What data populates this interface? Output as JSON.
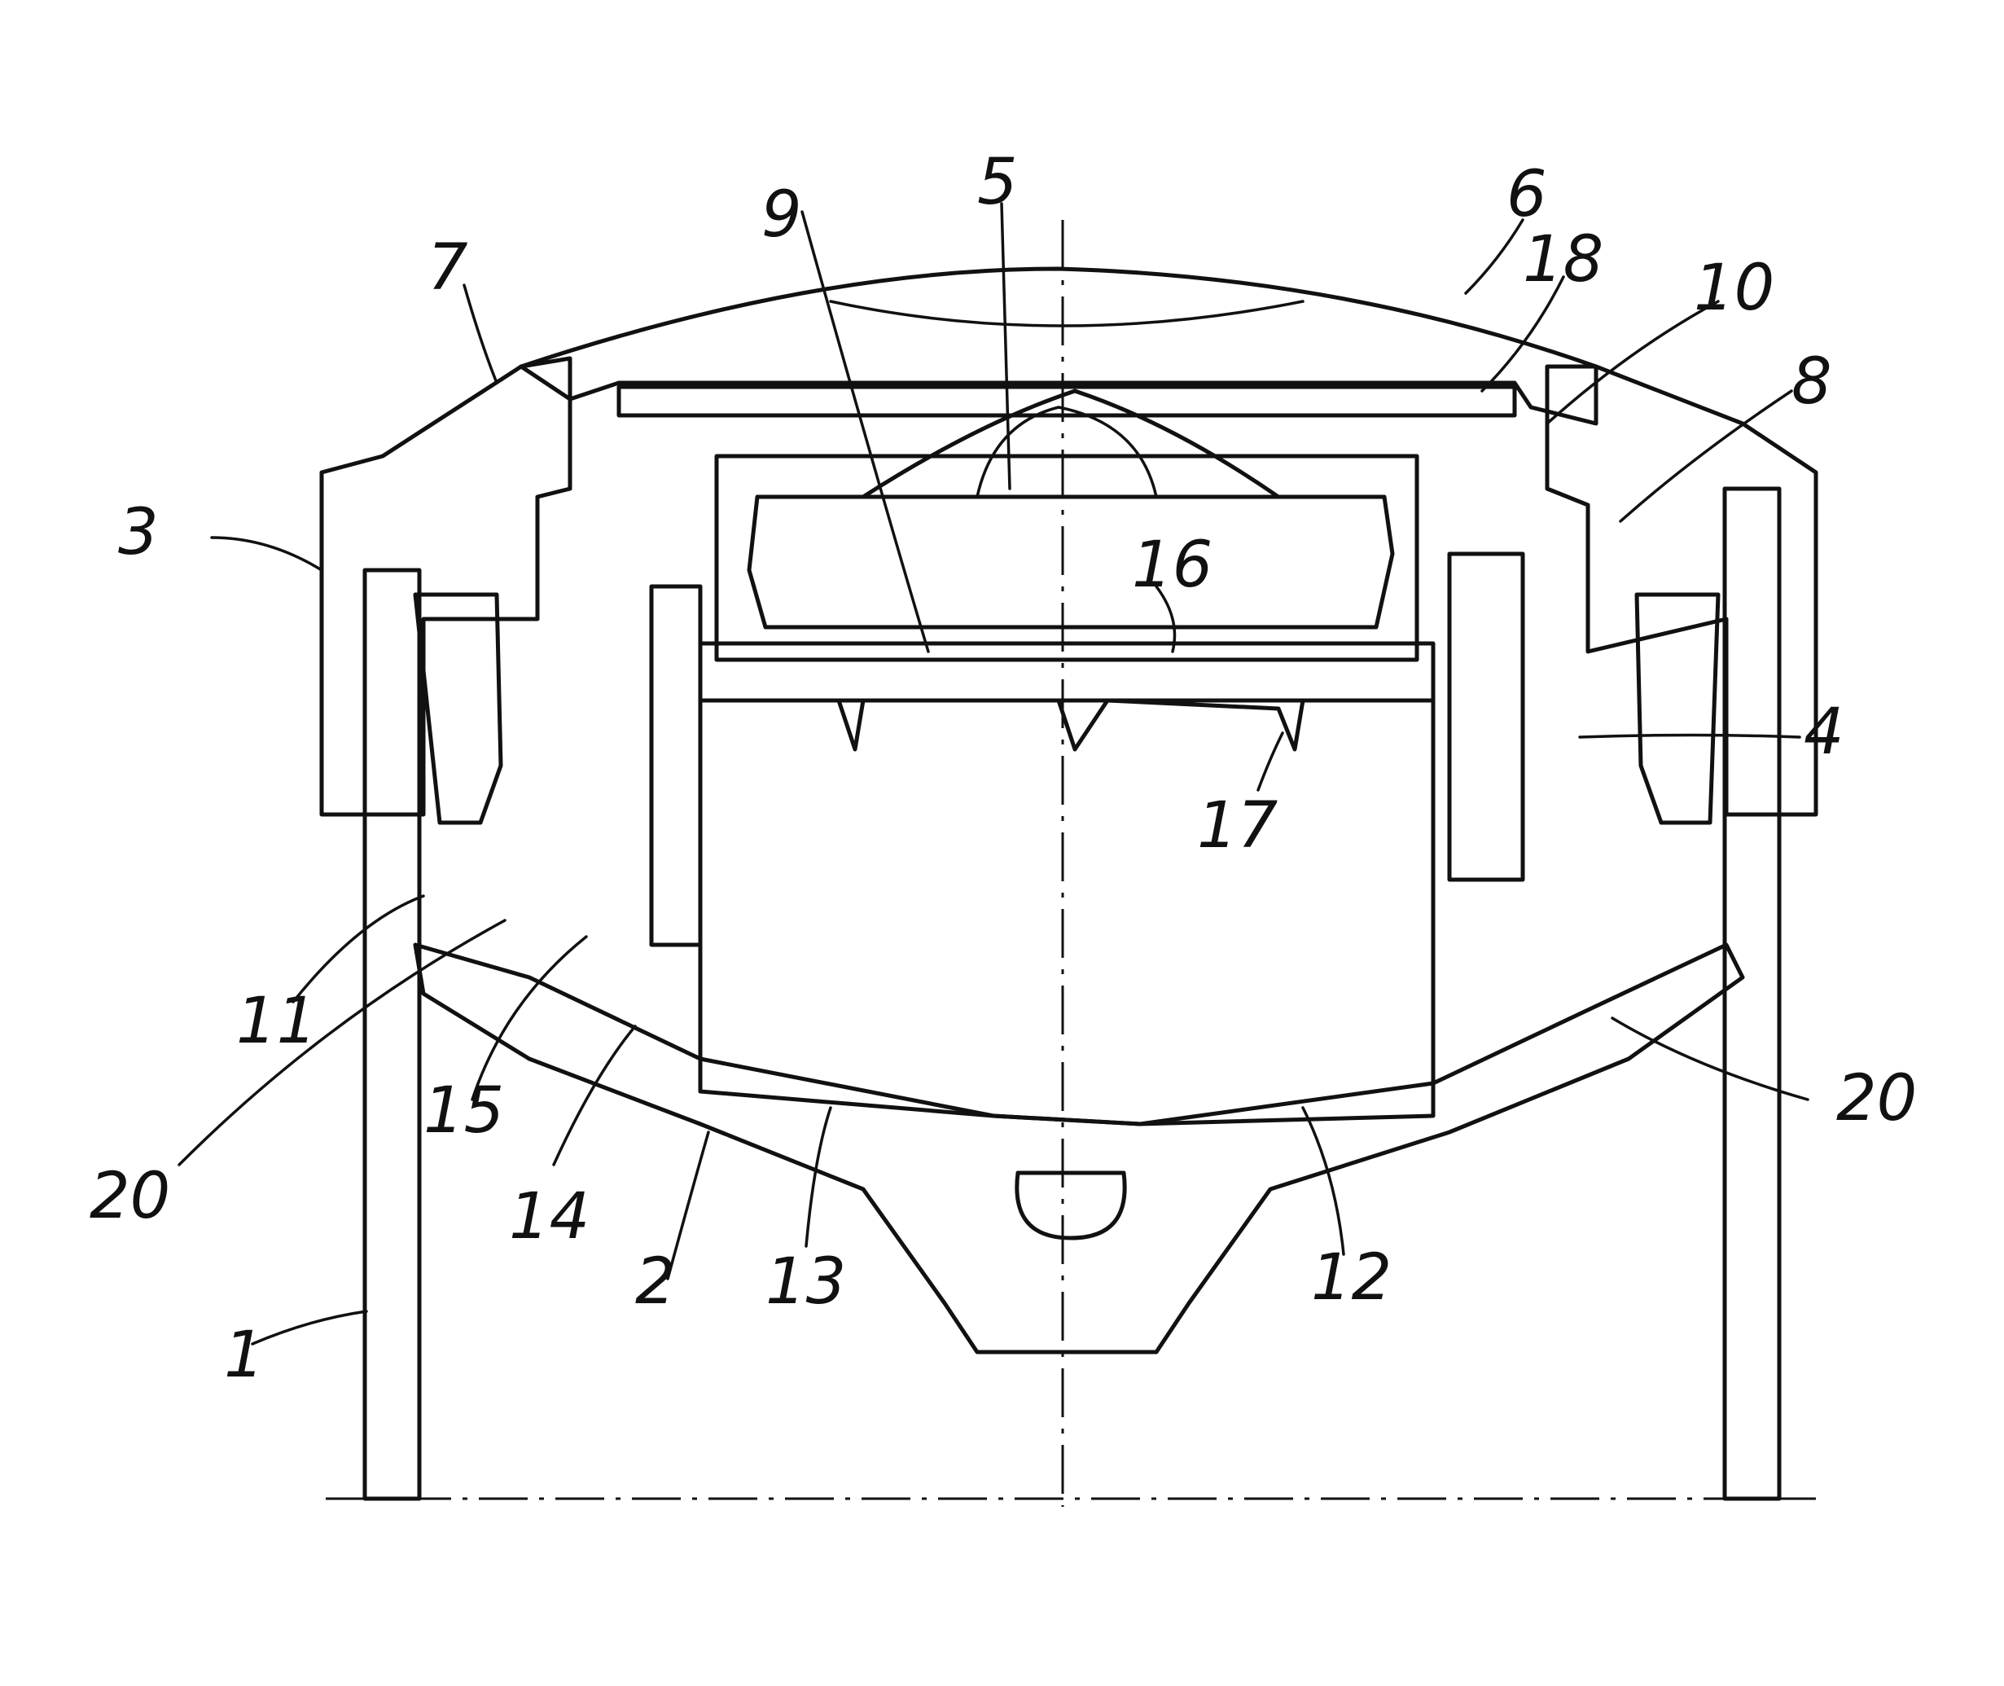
{
  "figure": {
    "labels": [
      "1",
      "2",
      "3",
      "4",
      "5",
      "6",
      "7",
      "8",
      "9",
      "10",
      "11",
      "12",
      "13",
      "14",
      "15",
      "16",
      "17",
      "18",
      "20",
      "20"
    ]
  }
}
